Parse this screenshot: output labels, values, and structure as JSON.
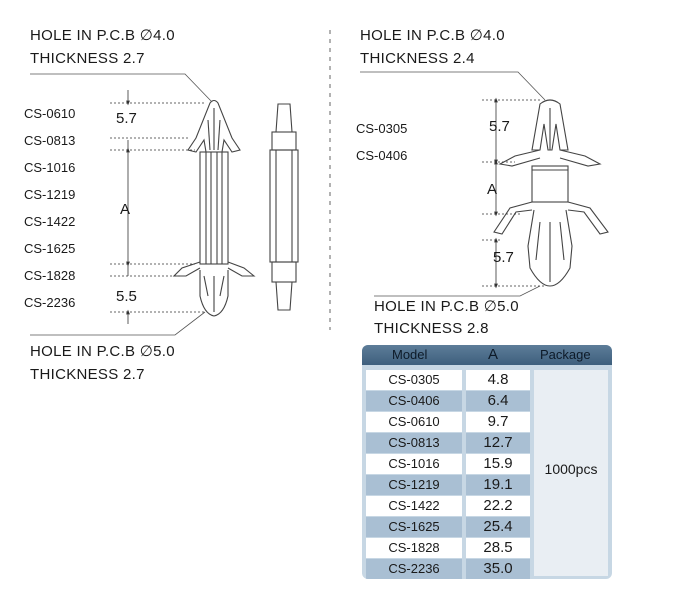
{
  "left_diagram": {
    "top_note": [
      "HOLE IN P.C.B ∅4.0",
      "THICKNESS  2.7"
    ],
    "bottom_note": [
      "HOLE IN P.C.B ∅5.0",
      "THICKNESS  2.7"
    ],
    "models": [
      "CS-0610",
      "CS-0813",
      "CS-1016",
      "CS-1219",
      "CS-1422",
      "CS-1625",
      "CS-1828",
      "CS-2236"
    ],
    "dim_top": "5.7",
    "dim_mid": "A",
    "dim_bottom": "5.5"
  },
  "right_diagram": {
    "top_note": [
      "HOLE IN P.C.B ∅4.0",
      "THICKNESS  2.4"
    ],
    "bottom_note": [
      "HOLE IN P.C.B ∅5.0",
      "THICKNESS  2.8"
    ],
    "models": [
      "CS-0305",
      "CS-0406"
    ],
    "dim_top": "5.7",
    "dim_mid": "A",
    "dim_bottom": "5.7"
  },
  "table": {
    "headers": [
      "Model",
      "A",
      "Package"
    ],
    "rows": [
      {
        "model": "CS-0305",
        "a": "4.8"
      },
      {
        "model": "CS-0406",
        "a": "6.4"
      },
      {
        "model": "CS-0610",
        "a": "9.7"
      },
      {
        "model": "CS-0813",
        "a": "12.7"
      },
      {
        "model": "CS-1016",
        "a": "15.9"
      },
      {
        "model": "CS-1219",
        "a": "19.1"
      },
      {
        "model": "CS-1422",
        "a": "22.2"
      },
      {
        "model": "CS-1625",
        "a": "25.4"
      },
      {
        "model": "CS-1828",
        "a": "28.5"
      },
      {
        "model": "CS-2236",
        "a": "35.0"
      }
    ],
    "package": "1000pcs",
    "colors": {
      "header": "#4a6a88",
      "row_alt": "#a9bfd3",
      "row": "#ffffff",
      "frame": "#c7d7e4"
    }
  }
}
